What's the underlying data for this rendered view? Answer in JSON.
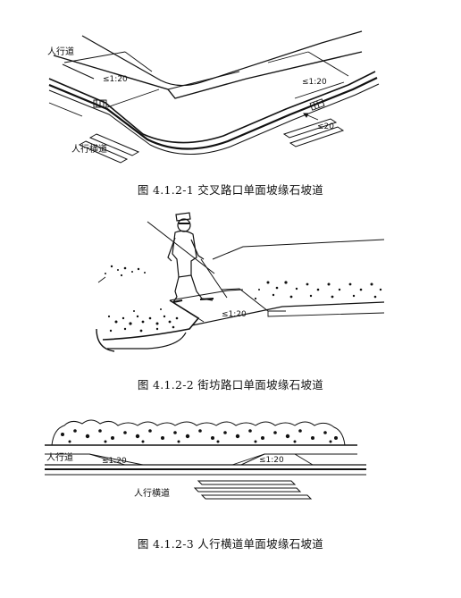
{
  "figure1": {
    "sidewalk_label": "人行道",
    "slope_left": "≤1:20",
    "slope_right": "≤1:20",
    "slope_ramp": "≤20",
    "crossing_label": "人行横道",
    "caption": "图 4.1.2-1   交叉路口单面坡缘石坡道"
  },
  "figure2": {
    "slope": "≤1:20",
    "caption": "图 4.1.2-2   街坊路口单面坡缘石坡道"
  },
  "figure3": {
    "sidewalk_label": "人行道",
    "slope_left": "≤1:20",
    "slope_right": "≤1:20",
    "crossing_label": "人行横道",
    "caption": "图 4.1.2-3   人行横道单面坡缘石坡道"
  }
}
